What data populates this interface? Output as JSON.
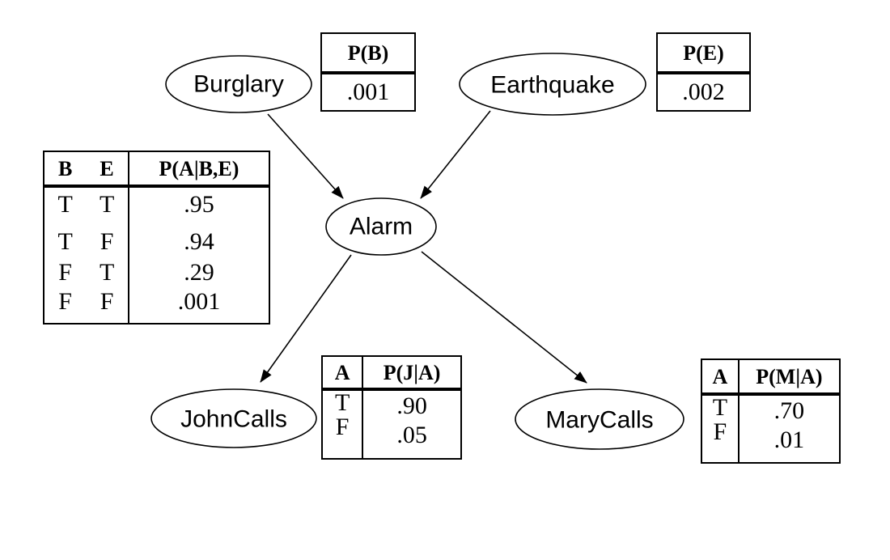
{
  "nodes": {
    "burglary": "Burglary",
    "earthquake": "Earthquake",
    "alarm": "Alarm",
    "johncalls": "JohnCalls",
    "marycalls": "MaryCalls"
  },
  "cpt_b": {
    "header": "P(B)",
    "value": ".001"
  },
  "cpt_e": {
    "header": "P(E)",
    "value": ".002"
  },
  "cpt_a": {
    "headers": [
      "B",
      "E",
      "P(A|B,E)"
    ],
    "rows": [
      [
        "T",
        "T",
        ".95"
      ],
      [
        "T",
        "F",
        ".94"
      ],
      [
        "F",
        "T",
        ".29"
      ],
      [
        "F",
        "F",
        ".001"
      ]
    ]
  },
  "cpt_j": {
    "headers": [
      "A",
      "P(J|A)"
    ],
    "rows": [
      [
        "T",
        ".90"
      ],
      [
        "F",
        ".05"
      ]
    ]
  },
  "cpt_m": {
    "headers": [
      "A",
      "P(M|A)"
    ],
    "rows": [
      [
        "T",
        ".70"
      ],
      [
        "F",
        ".01"
      ]
    ]
  }
}
